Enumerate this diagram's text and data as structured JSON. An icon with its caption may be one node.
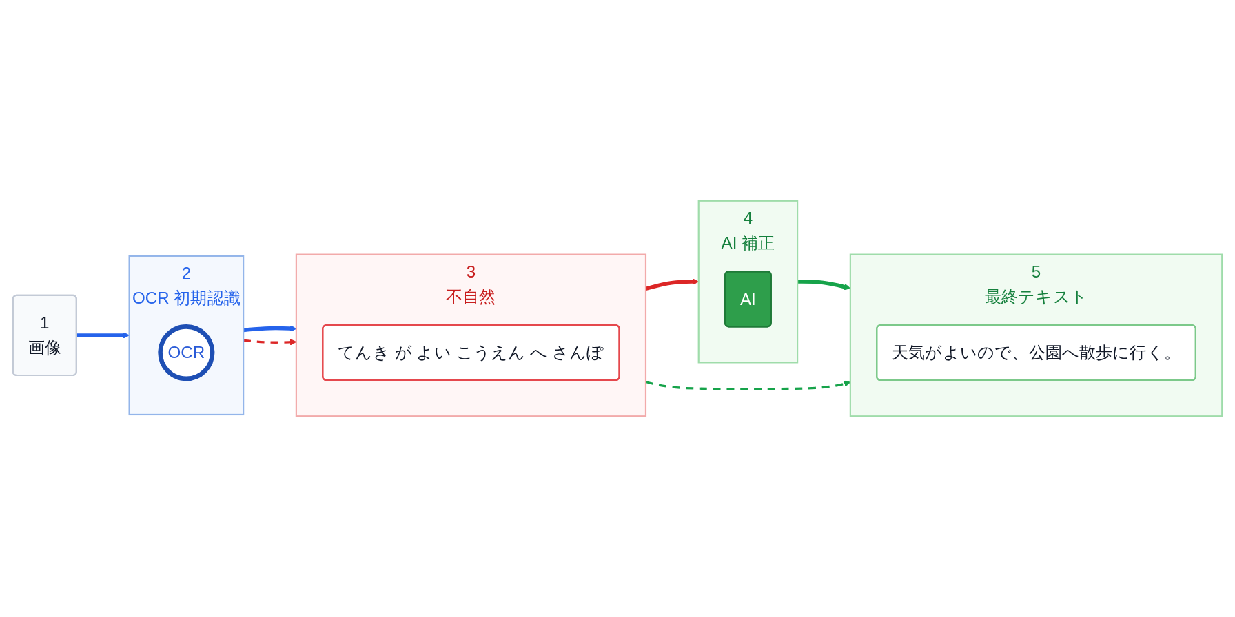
{
  "diagram": {
    "nodes": [
      {
        "text": [
          "1",
          "画像"
        ]
      },
      {
        "text": [
          "2",
          "OCR 初期認識"
        ]
      },
      {
        "text": [
          "OCR"
        ],
        "in": 1
      },
      {
        "text": [
          "3",
          "不自然"
        ]
      },
      {
        "text": [
          "てんき が よい こうえん へ さんぽ"
        ],
        "in": 3
      },
      {
        "text": [
          "4",
          "AI 補正"
        ]
      },
      {
        "text": [
          "AI"
        ],
        "in": 5
      },
      {
        "text": [
          "5",
          "最終テキスト"
        ]
      },
      {
        "text": [
          "天気がよいので、公園へ散歩に行く。"
        ],
        "in": 7
      }
    ],
    "edges": [
      {
        "from": 0,
        "to": 1,
        "arrow": "to",
        "color": "#2563eb"
      },
      {
        "from": 1,
        "to": 3,
        "arrow": "to",
        "color": "#2563eb"
      },
      {
        "from": 3,
        "to": 5,
        "arrow": "to",
        "color": "#dc2626"
      },
      {
        "from": 5,
        "to": 7,
        "arrow": "to",
        "color": "#16a34a"
      },
      {
        "from": 1,
        "to": 3,
        "arrow": "to",
        "style": "dashed",
        "color": "#dc2626"
      },
      {
        "from": 3,
        "to": 7,
        "arrow": "to",
        "style": "dashed",
        "color": "#16a34a"
      }
    ]
  }
}
